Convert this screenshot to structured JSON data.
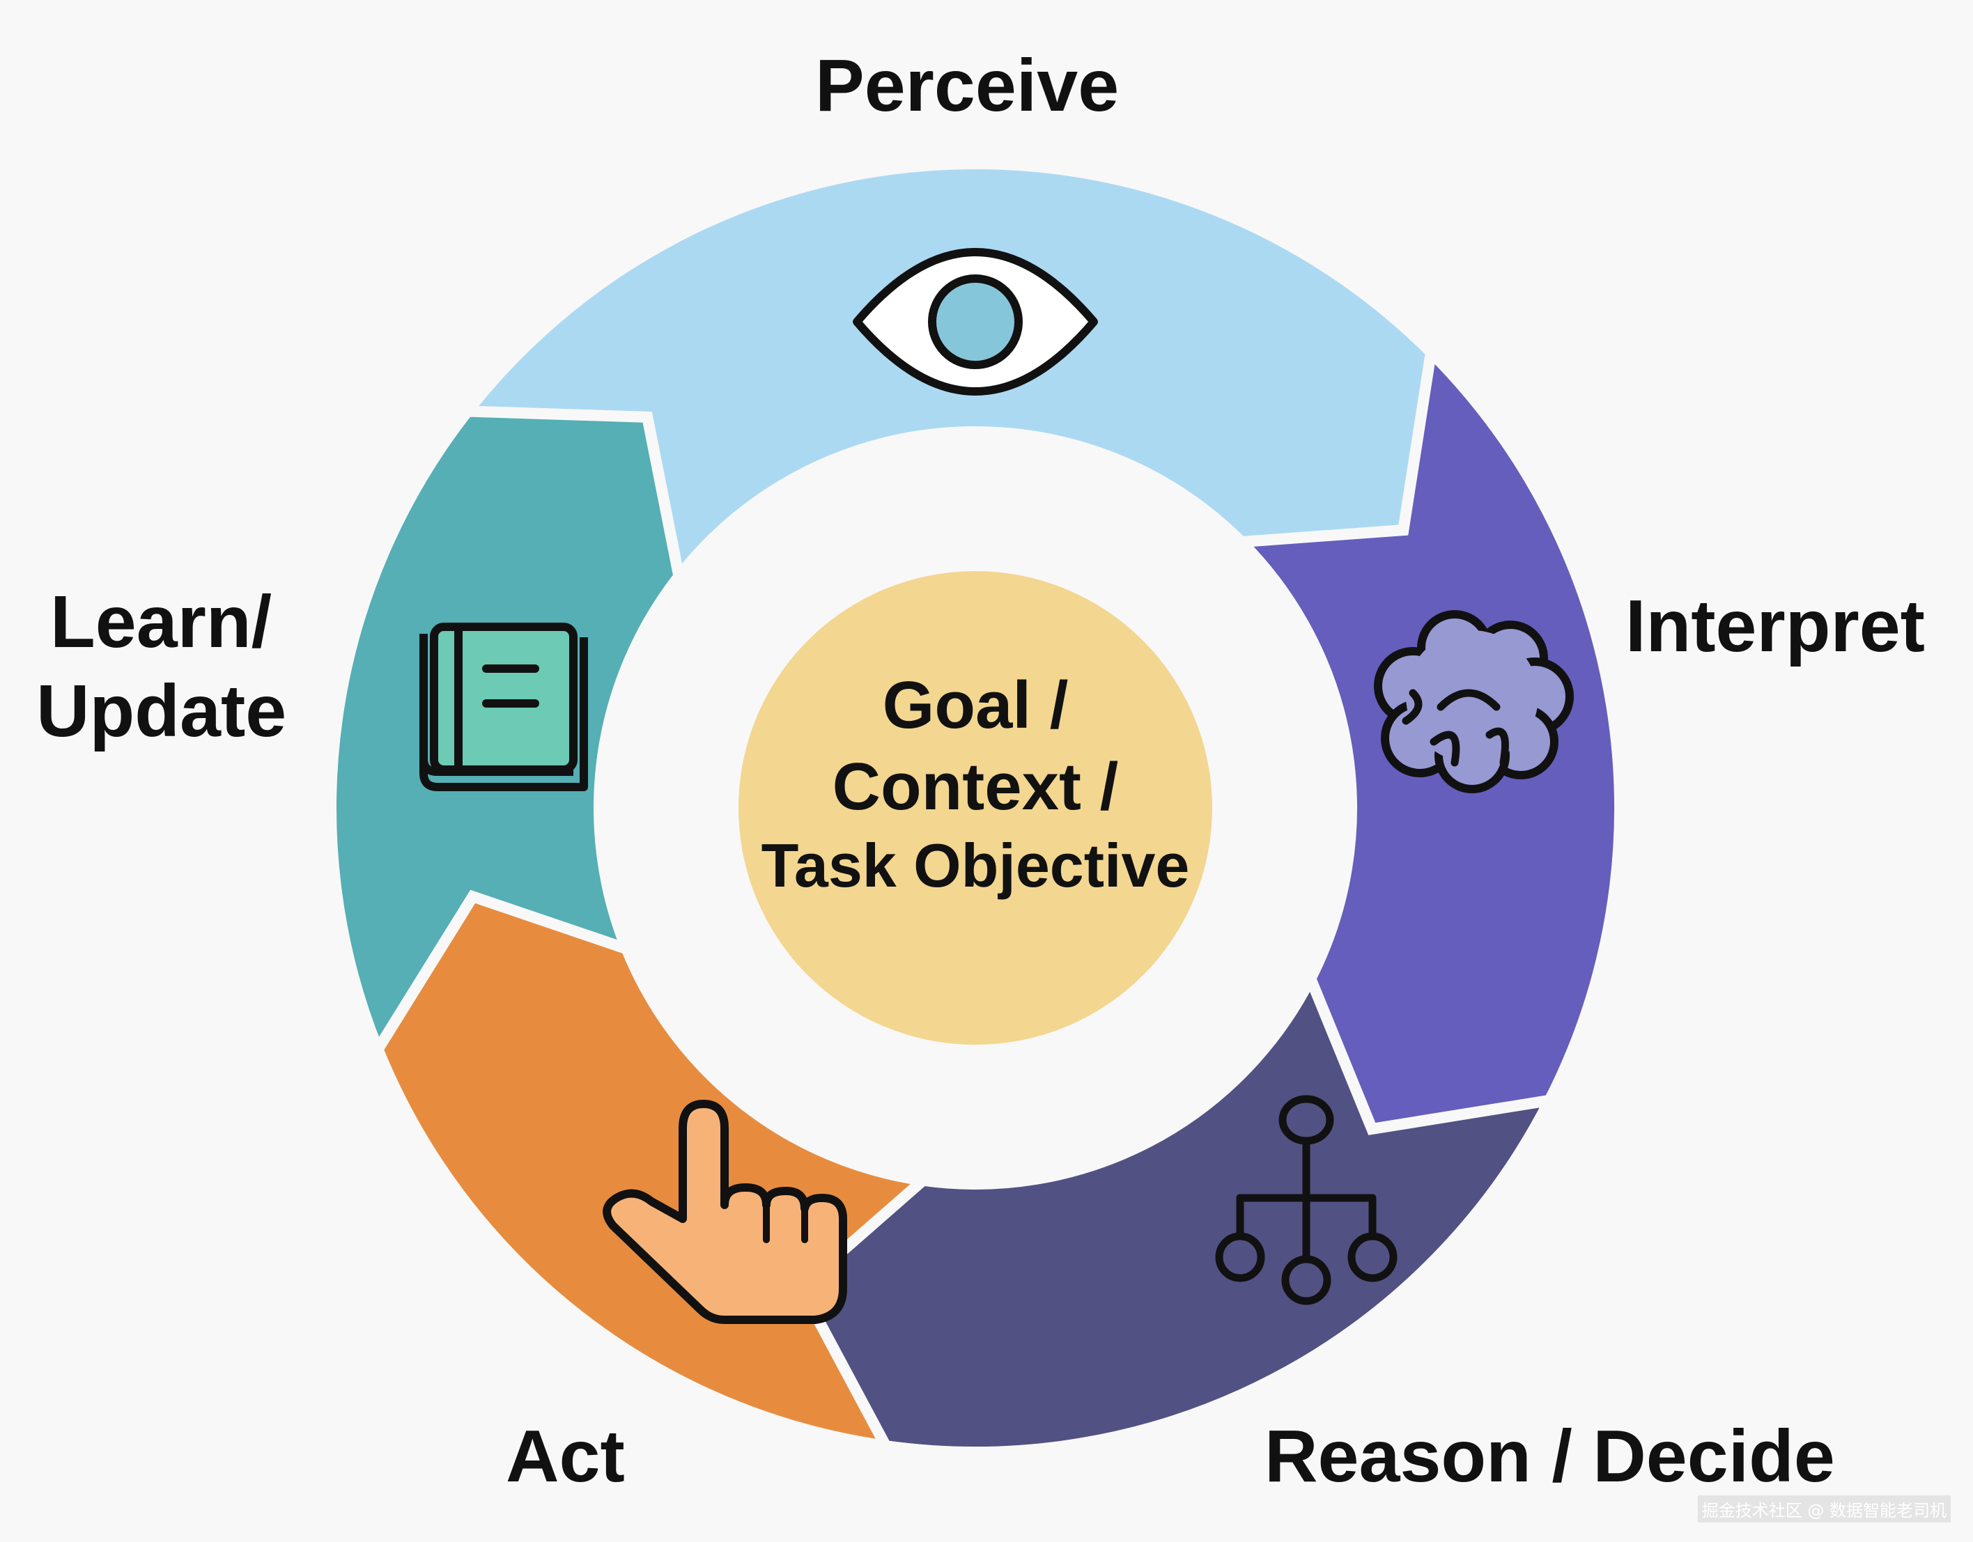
{
  "stages": [
    {
      "id": "perceive",
      "label": "Perceive",
      "color": "#acd9f2",
      "icon": "eye-icon"
    },
    {
      "id": "interpret",
      "label": "Interpret",
      "color": "#655ebc",
      "icon": "brain-icon"
    },
    {
      "id": "reason",
      "label": "Reason / Decide",
      "color": "#525183",
      "icon": "hierarchy-icon"
    },
    {
      "id": "act",
      "label": "Act",
      "color": "#e78c3e",
      "icon": "pointing-hand-icon"
    },
    {
      "id": "learn",
      "label": [
        "Learn/",
        "Update"
      ],
      "color": "#55afb5",
      "icon": "book-icon"
    }
  ],
  "center": {
    "lines": [
      "Goal /",
      "Context /",
      "Task Objective"
    ],
    "color": "#f3d690"
  },
  "watermark": "掘金技术社区 @ 数据智能老司机"
}
